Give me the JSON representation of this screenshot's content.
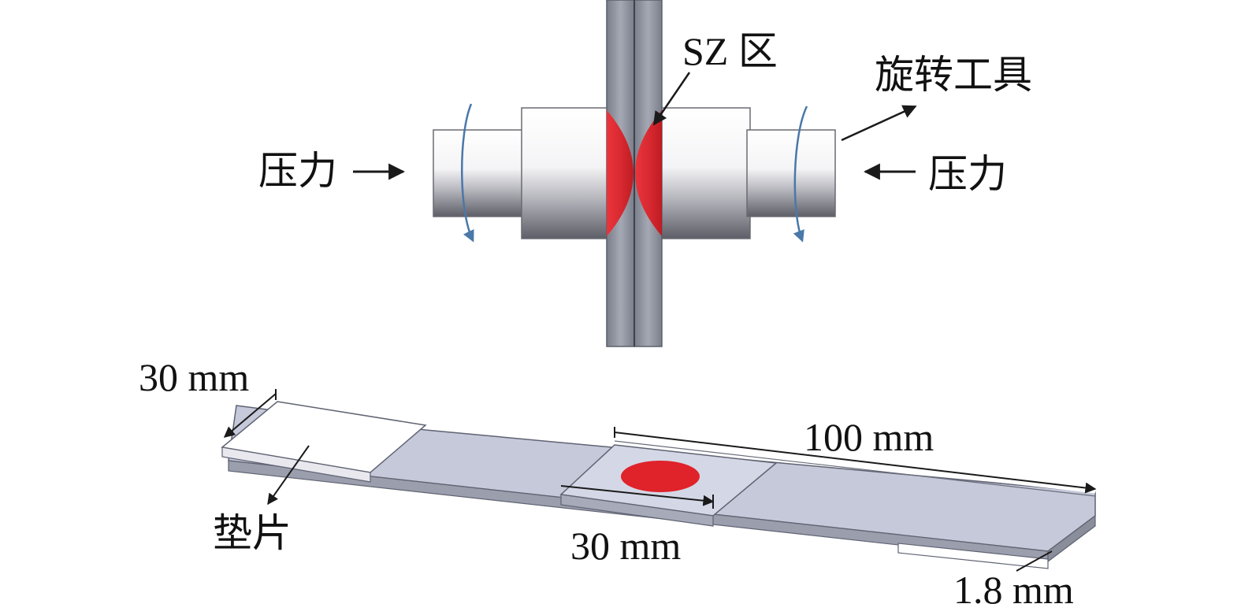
{
  "labels": {
    "sz_zone": "SZ 区",
    "rotating_tool": "旋转工具",
    "pressure_left": "压力",
    "pressure_right": "压力",
    "top_width": "30 mm",
    "length": "100 mm",
    "gasket": "垫片",
    "weld_width": "30 mm",
    "thickness": "1.8 mm"
  },
  "colors": {
    "weld_zone": "#e0222a",
    "tool_metal": "#c9c9cf",
    "plate": "#c9ccdc",
    "plate_vertical": "#8e929f",
    "rotation_arrow": "#4a78a8",
    "leader": "#1a1a1a"
  }
}
